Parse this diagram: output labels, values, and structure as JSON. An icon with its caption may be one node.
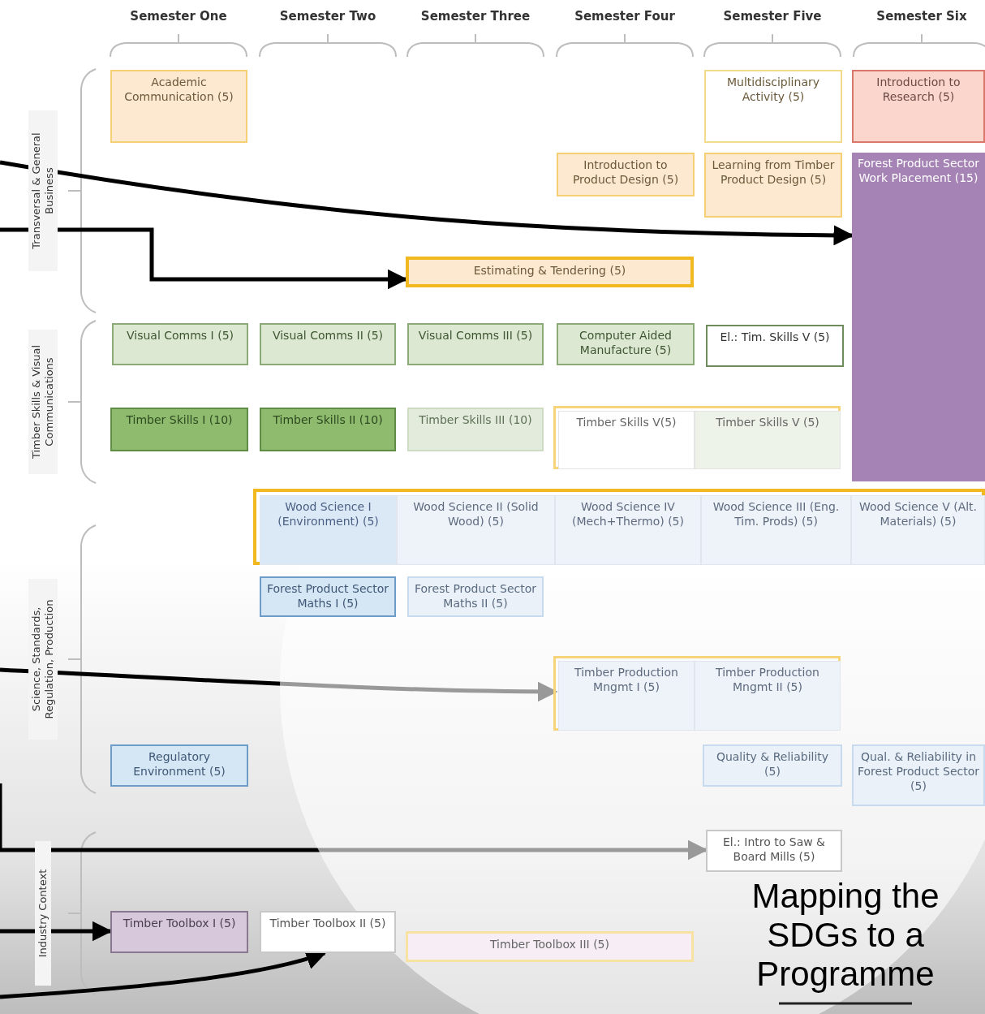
{
  "diagram": {
    "title": "Mapping the SDGs to a Programme",
    "nodes": [
      {
        "text": [
          "Academic Communication (5)"
        ]
      },
      {
        "text": [
          "Multidisciplinary Activity (5)"
        ]
      },
      {
        "text": [
          "Introduction to Research (5)"
        ]
      },
      {
        "text": [
          "Introduction to Product Design (5)"
        ]
      },
      {
        "text": [
          "Learning from Timber Product Design (5)"
        ]
      },
      {
        "text": [
          "Forest Product Sector Work Placement (15)"
        ]
      },
      {
        "text": [
          "Estimating & Tendering (5)"
        ]
      },
      {
        "text": [
          "Visual Comms I (5)"
        ]
      },
      {
        "text": [
          "Visual Comms II (5)"
        ]
      },
      {
        "text": [
          "Visual Comms III (5)"
        ]
      },
      {
        "text": [
          "Computer Aided Manufacture (5)"
        ]
      },
      {
        "text": [
          "El.: Tim. Skills V (5)"
        ]
      },
      {
        "text": [
          "Timber Skills I (10)"
        ]
      },
      {
        "text": [
          "Timber Skills II (10)"
        ]
      },
      {
        "text": [
          "Timber Skills III (10)"
        ]
      },
      {
        "text": [],
        "shape": "box"
      },
      {
        "text": [
          "Timber Skills V(5)"
        ],
        "in": 15
      },
      {
        "text": [
          "Timber Skills V (5)"
        ],
        "in": 15
      },
      {
        "text": [],
        "shape": "box"
      },
      {
        "text": [
          "Wood Science I (Environment) (5)"
        ],
        "in": 18
      },
      {
        "text": [
          "Wood Science II (Solid Wood) (5)"
        ],
        "in": 18
      },
      {
        "text": [
          "Wood Science IV (Mech+Thermo) (5)"
        ],
        "in": 18
      },
      {
        "text": [
          "Wood Science III (Eng. Tim. Prods) (5)"
        ],
        "in": 18
      },
      {
        "text": [
          "Wood Science V (Alt. Materials) (5)"
        ],
        "in": 18
      },
      {
        "text": [
          "Forest Product Sector Maths I (5)"
        ]
      },
      {
        "text": [
          "Forest Product Sector Maths II (5)"
        ]
      },
      {
        "text": [],
        "shape": "box"
      },
      {
        "text": [
          "Timber Production Mngmt I (5)"
        ],
        "in": 26
      },
      {
        "text": [
          "Timber Production Mngmt II (5)"
        ],
        "in": 26
      },
      {
        "text": [
          "Regulatory Environment (5)"
        ]
      },
      {
        "text": [
          "Quality & Reliability (5)"
        ]
      },
      {
        "text": [
          "Qual. & Reliability in Forest Product Sector (5)"
        ]
      },
      {
        "text": [
          "El.: Intro to Saw & Board Mills (5)"
        ]
      },
      {
        "text": [
          "Timber Toolbox I (5)"
        ]
      },
      {
        "text": [
          "Timber Toolbox II (5)"
        ]
      },
      {
        "text": [
          "Timber Toolbox III (5)"
        ]
      }
    ],
    "edges": [
      {
        "from": null,
        "to": 5,
        "arrow": "to"
      },
      {
        "from": null,
        "to": 6,
        "arrow": "to"
      },
      {
        "from": null,
        "to": 27,
        "arrow": "to"
      },
      {
        "from": null,
        "to": 32,
        "arrow": "to"
      },
      {
        "from": null,
        "to": 33,
        "arrow": "to"
      },
      {
        "from": null,
        "to": 34,
        "arrow": "to"
      }
    ],
    "labels": [
      "Semester One",
      "Semester Two",
      "Semester Three",
      "Semester Four",
      "Semester Five",
      "Semester Six",
      "Transversal & General Business",
      "Timber Skills & Visual Communications",
      "Science, Standards, Regulation, Production",
      "Industry Context"
    ]
  }
}
